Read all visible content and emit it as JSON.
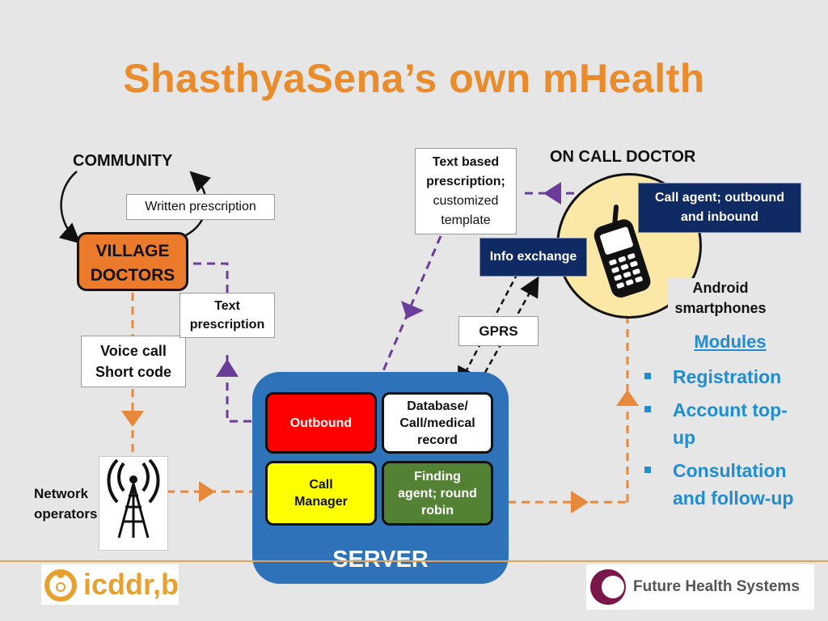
{
  "title": "ShasthyaSena’s own mHealth",
  "community": {
    "label": "COMMUNITY",
    "written_prescription": "Written prescription"
  },
  "village_doctors": {
    "line1": "VILLAGE",
    "line2": "DOCTORS"
  },
  "voice_call": {
    "line1": "Voice call",
    "line2": "Short code"
  },
  "text_prescription": {
    "line1": "Text",
    "line2": "prescription"
  },
  "network_operators": {
    "line1": "Network",
    "line2": "operators"
  },
  "server": {
    "label": "SERVER",
    "outbound": "Outbound",
    "database": {
      "line1": "Database/",
      "line2": "Call/medical",
      "line3": "record"
    },
    "call_manager": {
      "line1": "Call",
      "line2": "Manager"
    },
    "finding_agent": {
      "line1": "Finding",
      "line2": "agent; round",
      "line3": "robin"
    }
  },
  "gprs": "GPRS",
  "text_based_prescription": {
    "line1": "Text based",
    "line2": "prescription;",
    "line3": "customized",
    "line4": "template"
  },
  "on_call_doctor": "ON CALL DOCTOR",
  "call_agent": {
    "line1": "Call agent; outbound",
    "line2": "and inbound"
  },
  "info_exchange": "Info exchange",
  "android": {
    "line1": "Android",
    "line2": "smartphones"
  },
  "modules": {
    "title": "Modules",
    "items": [
      {
        "line1": "Registration",
        "line2": ""
      },
      {
        "line1": "Account top-",
        "line2": "up"
      },
      {
        "line1": "Consultation",
        "line2": "and follow-up"
      }
    ]
  },
  "logos": {
    "icddrb": "icddr,b",
    "fhs": "Future Health Systems"
  },
  "colors": {
    "title": "#ea8b2c",
    "orange_arrows": "#e8883a",
    "purple_arrows": "#6a3d9a",
    "server_panel": "#2e72b9",
    "outbound": "#ff0000",
    "call_manager": "#ffff00",
    "finding_agent": "#548235",
    "navy_boxes": "#102a63",
    "modules_text": "#1f8dd0",
    "doctor_circle": "#fbe7a6"
  }
}
